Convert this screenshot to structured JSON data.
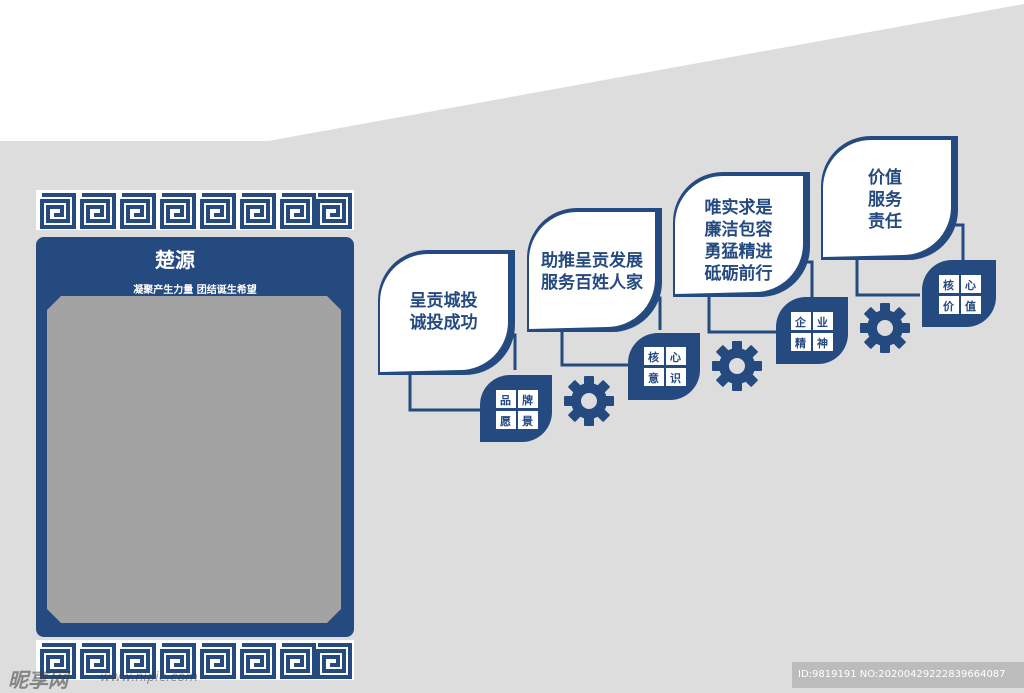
{
  "colors": {
    "navy": "#254a80",
    "wall": "#dddddd",
    "photo_area": "#a3a3a3",
    "white": "#ffffff"
  },
  "panel": {
    "logo_text": "楚源",
    "slogan": "凝聚产生力量  团结诞生希望"
  },
  "steps": [
    {
      "leaf": "呈贡城投\n诚投成功",
      "tag": [
        "品",
        "牌",
        "愿",
        "景"
      ]
    },
    {
      "leaf": "助推呈贡发展\n服务百姓人家",
      "tag": [
        "核",
        "心",
        "意",
        "识"
      ]
    },
    {
      "leaf": "唯实求是\n廉洁包容\n勇猛精进\n砥砺前行",
      "tag": [
        "企",
        "业",
        "精",
        "神"
      ]
    },
    {
      "leaf": "价值\n服务\n责任",
      "tag": [
        "核",
        "心",
        "价",
        "值"
      ]
    }
  ],
  "icons": [
    "greek-key-border",
    "company-logo-icon",
    "gear-icon"
  ],
  "watermark": {
    "brand": "昵享网",
    "url": "www.nipic.com",
    "id_text": "ID:9819191 NO:20200429222839664087"
  }
}
